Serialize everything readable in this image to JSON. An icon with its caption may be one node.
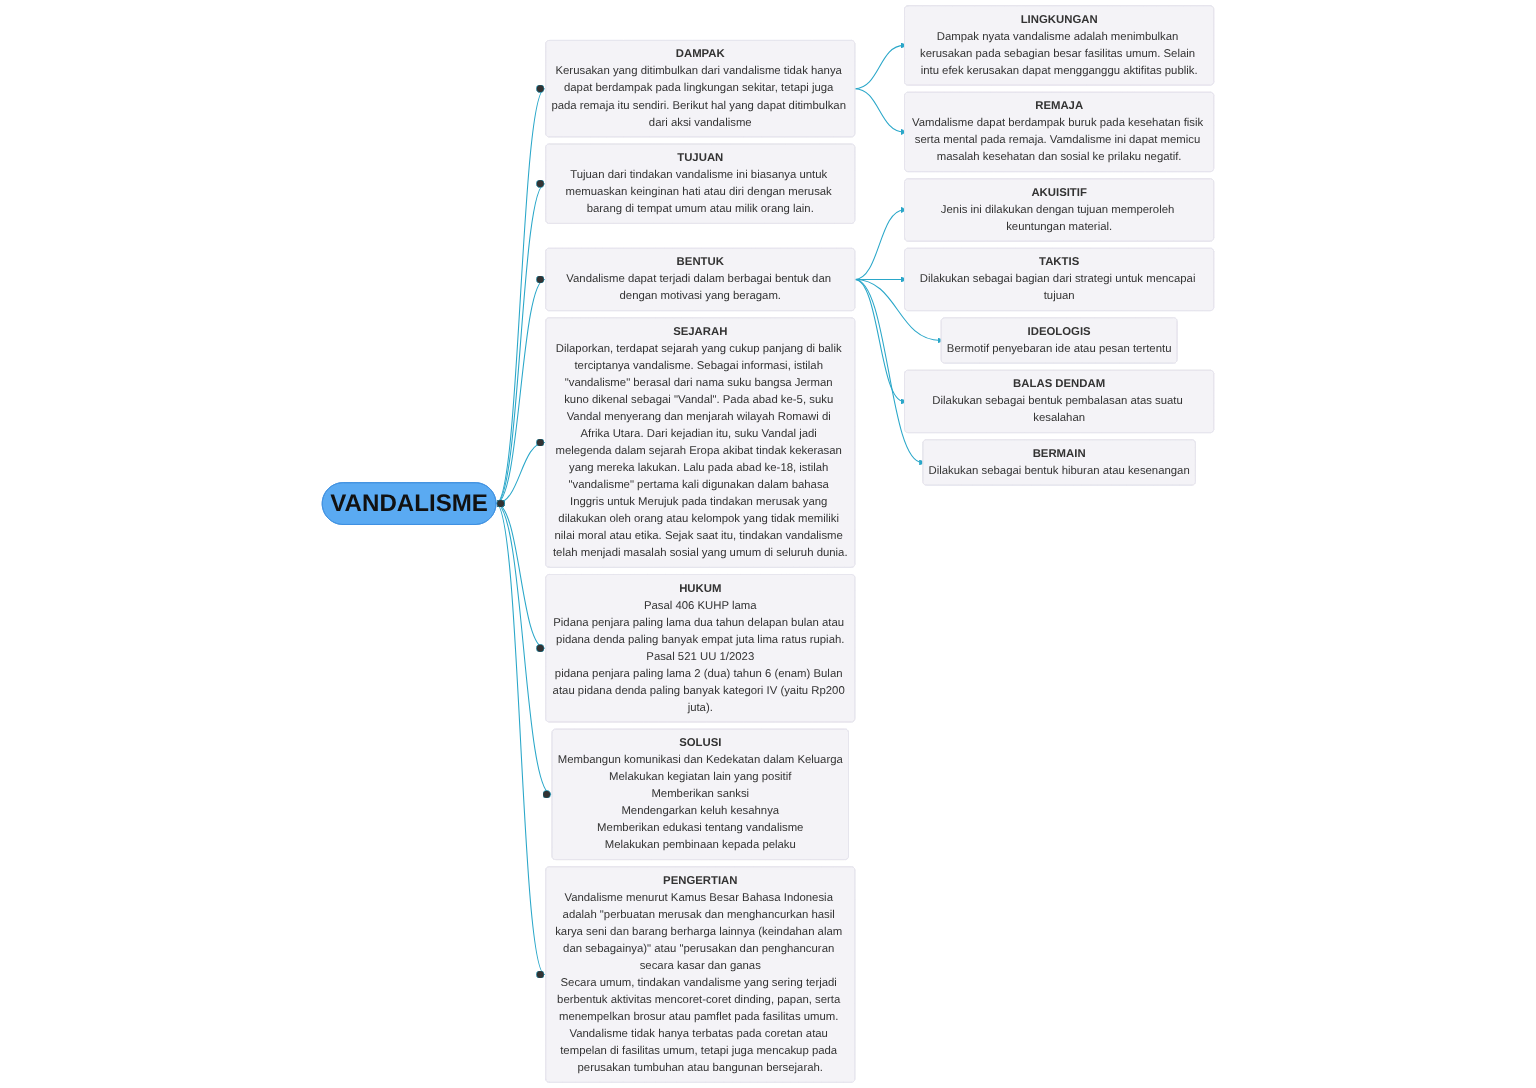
{
  "diagram": {
    "nodes": [
      {
        "text": [
          "VANDALISME"
        ]
      },
      {
        "text": [
          "DAMPAK",
          "Kerusakan yang ditimbulkan dari vandalisme tidak hanya dapat berdampak pada lingkungan sekitar, tetapi juga pada remaja itu sendiri. Berikut hal yang dapat ditimbulkan dari aksi vandalisme"
        ]
      },
      {
        "text": [
          "LINGKUNGAN",
          "Dampak nyata vandalisme adalah menimbulkan kerusakan pada sebagian besar fasilitas umum. Selain intu efek kerusakan dapat mengganggu aktifitas publik."
        ]
      },
      {
        "text": [
          "REMAJA",
          "Vamdalisme dapat berdampak buruk pada kesehatan fisik serta mental pada remaja. Vamdalisme ini dapat memicu masalah kesehatan dan sosial ke prilaku negatif."
        ]
      },
      {
        "text": [
          "TUJUAN",
          "Tujuan dari tindakan vandalisme ini biasanya untuk memuaskan keinginan hati atau diri dengan merusak barang di tempat umum atau milik orang lain."
        ]
      },
      {
        "text": [
          "BENTUK",
          "Vandalisme dapat terjadi dalam berbagai bentuk dan dengan motivasi yang beragam."
        ]
      },
      {
        "text": [
          "AKUISITIF",
          "Jenis ini dilakukan dengan tujuan memperoleh keuntungan material."
        ]
      },
      {
        "text": [
          "TAKTIS",
          "Dilakukan sebagai bagian dari strategi untuk mencapai tujuan"
        ]
      },
      {
        "text": [
          "IDEOLOGIS",
          "Bermotif penyebaran ide atau pesan tertentu"
        ]
      },
      {
        "text": [
          "BALAS DENDAM",
          "Dilakukan sebagai bentuk pembalasan atas suatu kesalahan"
        ]
      },
      {
        "text": [
          "BERMAIN",
          "Dilakukan sebagai bentuk hiburan atau kesenangan"
        ]
      },
      {
        "text": [
          "SEJARAH",
          "Dilaporkan, terdapat sejarah yang cukup panjang di balik terciptanya vandalisme. Sebagai informasi, istilah \"vandalisme\" berasal dari nama suku bangsa Jerman kuno dikenal sebagai \"Vandal\". Pada abad ke-5, suku Vandal menyerang dan menjarah wilayah Romawi di Afrika Utara. Dari kejadian itu, suku Vandal jadi melegenda dalam sejarah Eropa akibat tindak kekerasan yang mereka lakukan. Lalu pada abad ke-18, istilah \"vandalisme\" pertama kali digunakan dalam bahasa Inggris untuk Merujuk pada tindakan merusak yang dilakukan oleh orang atau kelompok yang tidak memiliki nilai moral atau etika. Sejak saat itu, tindakan vandalisme telah menjadi masalah sosial yang umum di seluruh dunia."
        ]
      },
      {
        "text": [
          "HUKUM",
          "Pasal 406 KUHP lama",
          "Pidana penjara paling lama dua tahun delapan bulan atau pidana denda paling banyak empat juta lima ratus rupiah.",
          "Pasal 521 UU 1/2023",
          "pidana penjara paling lama 2 (dua) tahun 6 (enam) Bulan atau pidana denda paling banyak kategori IV (yaitu Rp200 juta)."
        ]
      },
      {
        "text": [
          "SOLUSI",
          "Membangun komunikasi dan Kedekatan dalam Keluarga",
          "Melakukan kegiatan lain yang positif",
          "Memberikan sanksi",
          "Mendengarkan keluh kesahnya",
          "Memberikan edukasi tentang vandalisme",
          "Melakukan pembinaan kepada pelaku"
        ]
      },
      {
        "text": [
          "PENGERTIAN",
          "Vandalisme menurut Kamus Besar Bahasa Indonesia adalah \"perbuatan merusak dan menghancurkan hasil karya seni dan barang berharga lainnya (keindahan alam dan sebagainya)\" atau \"perusakan dan penghancuran secara kasar dan ganas",
          "Secara umum, tindakan vandalisme yang sering terjadi berbentuk aktivitas mencoret-coret dinding, papan, serta menempelkan brosur atau pamflet pada fasilitas umum. Vandalisme tidak hanya terbatas pada coretan atau tempelan di fasilitas umum, tetapi juga mencakup pada perusakan tumbuhan atau bangunan bersejarah."
        ]
      }
    ],
    "edges": [
      {
        "from": 0,
        "to": 1,
        "arrow": "other"
      },
      {
        "from": 1,
        "to": 2,
        "arrow": "to"
      },
      {
        "from": 1,
        "to": 3,
        "arrow": "to"
      },
      {
        "from": 0,
        "to": 4,
        "arrow": "other"
      },
      {
        "from": 0,
        "to": 5,
        "arrow": "other"
      },
      {
        "from": 5,
        "to": 6,
        "arrow": "to"
      },
      {
        "from": 5,
        "to": 7,
        "arrow": "to"
      },
      {
        "from": 5,
        "to": 8,
        "arrow": "to"
      },
      {
        "from": 5,
        "to": 9,
        "arrow": "to"
      },
      {
        "from": 5,
        "to": 10,
        "arrow": "to"
      },
      {
        "from": 0,
        "to": 11,
        "arrow": "other"
      },
      {
        "from": 0,
        "to": 12,
        "arrow": "other"
      },
      {
        "from": 0,
        "to": 13,
        "arrow": "other"
      },
      {
        "from": 0,
        "to": 14,
        "arrow": "other"
      }
    ]
  }
}
